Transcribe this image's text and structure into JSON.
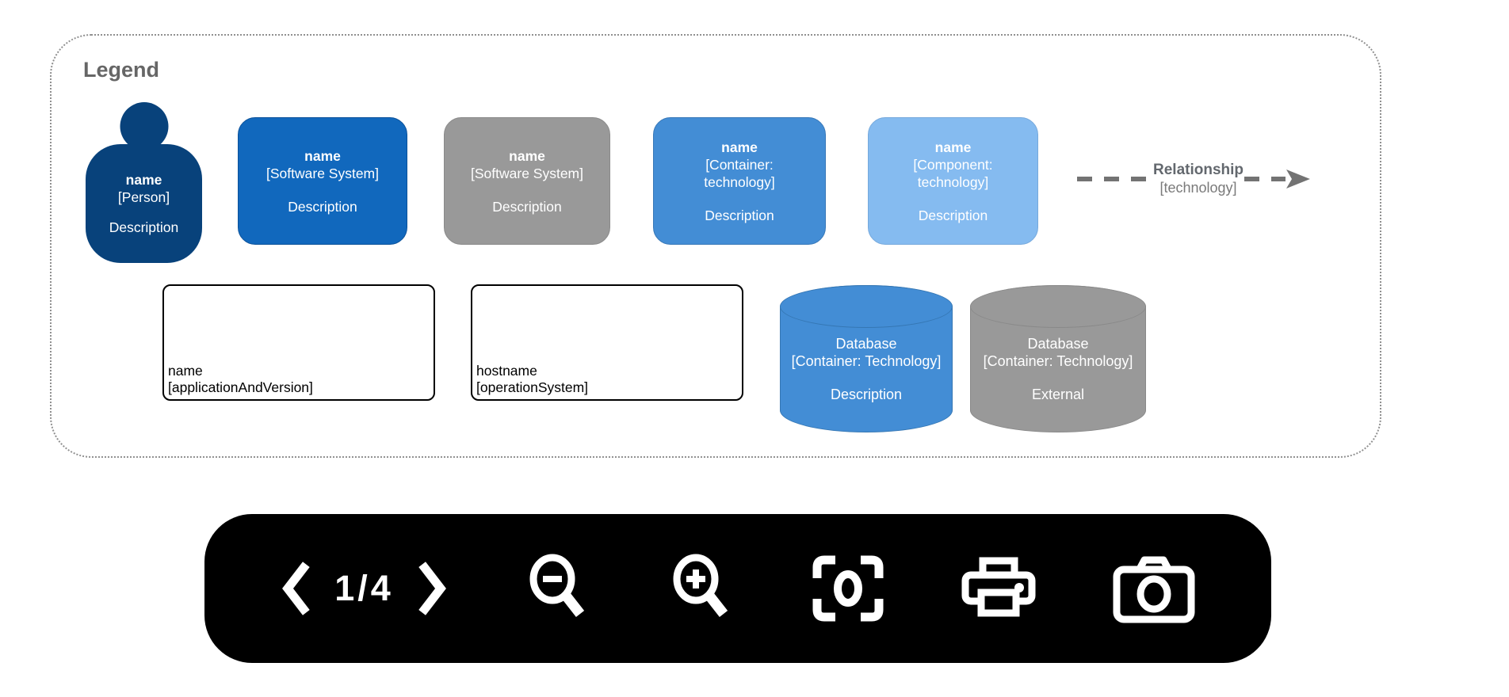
{
  "legend": {
    "title": "Legend",
    "person": {
      "name": "name",
      "type": "[Person]",
      "description": "Description"
    },
    "software_system": {
      "name": "name",
      "type": "[Software System]",
      "description": "Description"
    },
    "external_software_system": {
      "name": "name",
      "type": "[Software System]",
      "description": "Description"
    },
    "container": {
      "name": "name",
      "type": "[Container: technology]",
      "description": "Description"
    },
    "component": {
      "name": "name",
      "type": "[Component: technology]",
      "description": "Description"
    },
    "relationship": {
      "name": "Relationship",
      "type": "[technology]"
    },
    "deployment_node_app": {
      "name": "name",
      "type": "[applicationAndVersion]"
    },
    "deployment_node_host": {
      "name": "hostname",
      "type": "[operationSystem]"
    },
    "database": {
      "name": "Database",
      "type": "[Container: Technology]",
      "description": "Description"
    },
    "external_database": {
      "name": "Database",
      "type": "[Container: Technology]",
      "description": "External"
    }
  },
  "toolbar": {
    "page_indicator": "1/4",
    "buttons": [
      {
        "name": "previous-page",
        "icon": "chevron-left-icon"
      },
      {
        "name": "next-page",
        "icon": "chevron-right-icon"
      },
      {
        "name": "zoom-out",
        "icon": "magnifier-minus-icon"
      },
      {
        "name": "zoom-in",
        "icon": "magnifier-plus-icon"
      },
      {
        "name": "fit-to-screen",
        "icon": "focus-frame-icon"
      },
      {
        "name": "print",
        "icon": "printer-icon"
      },
      {
        "name": "screenshot",
        "icon": "camera-icon"
      }
    ]
  },
  "colors": {
    "person": "#08427B",
    "software_system": "#1168BD",
    "external_element": "#999999",
    "container": "#438DD5",
    "component": "#85BBF0",
    "relationship": "#707070",
    "toolbar_background": "#000000",
    "canvas_background": "#FFFFFF"
  }
}
